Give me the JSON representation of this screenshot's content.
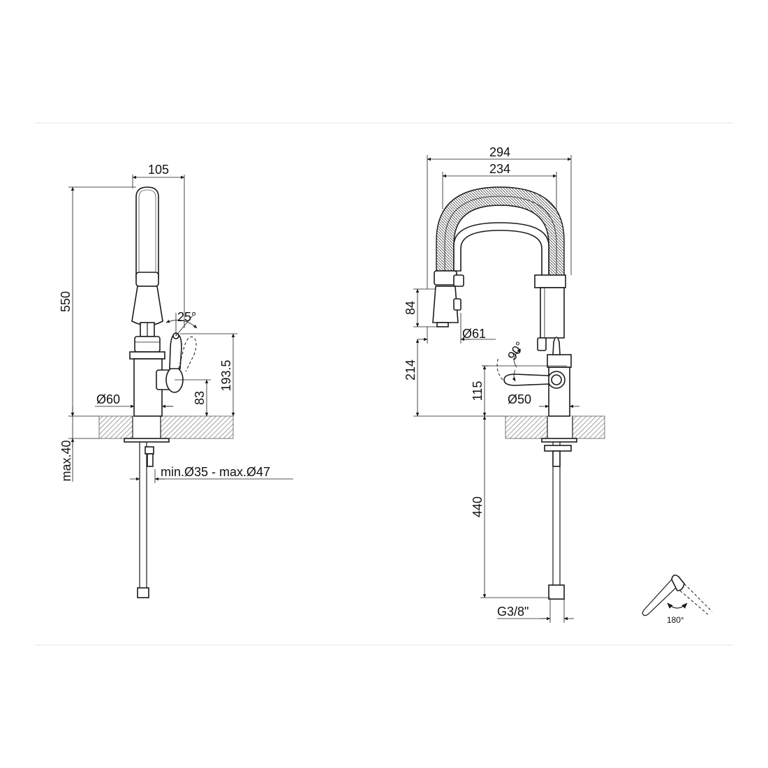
{
  "side_view": {
    "dim_width_top": "105",
    "dim_height_total": "550",
    "dim_lever_angle": "25°",
    "dim_handle_height": "193.5",
    "dim_lever_axis_height": "83",
    "dim_base_diameter": "Ø60",
    "dim_deck_thickness": "max.40",
    "dim_hole_diameter": "min.Ø35 - max.Ø47"
  },
  "front_view": {
    "dim_outer_width": "294",
    "dim_inner_width": "234",
    "dim_spray_height": "84",
    "dim_spray_diameter": "Ø61",
    "dim_spout_clearance": "214",
    "dim_lever_rotation": "90°",
    "dim_lever_axis_height": "115",
    "dim_base_diameter": "Ø50",
    "dim_hose_length": "440",
    "dim_thread": "G3/8\""
  },
  "rotation_icon": {
    "label": "180°"
  }
}
